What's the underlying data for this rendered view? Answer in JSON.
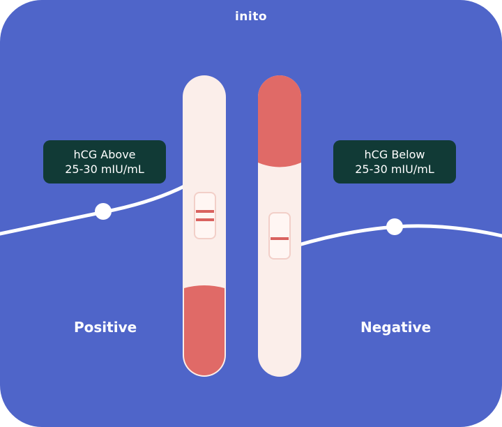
{
  "brand": {
    "logo_text": "inito"
  },
  "positive": {
    "label_line1": "hCG Above",
    "label_line2": "25-30 mIU/mL",
    "result": "Positive",
    "test_lines": 2
  },
  "negative": {
    "label_line1": "hCG Below",
    "label_line2": "25-30 mIU/mL",
    "result": "Negative",
    "test_lines": 1
  },
  "colors": {
    "background": "#4f65c9",
    "label_box": "#113a36",
    "strip_body": "#fbeeea",
    "strip_tip": "#e06a67",
    "result_line": "#d9625f",
    "curve": "#ffffff"
  }
}
